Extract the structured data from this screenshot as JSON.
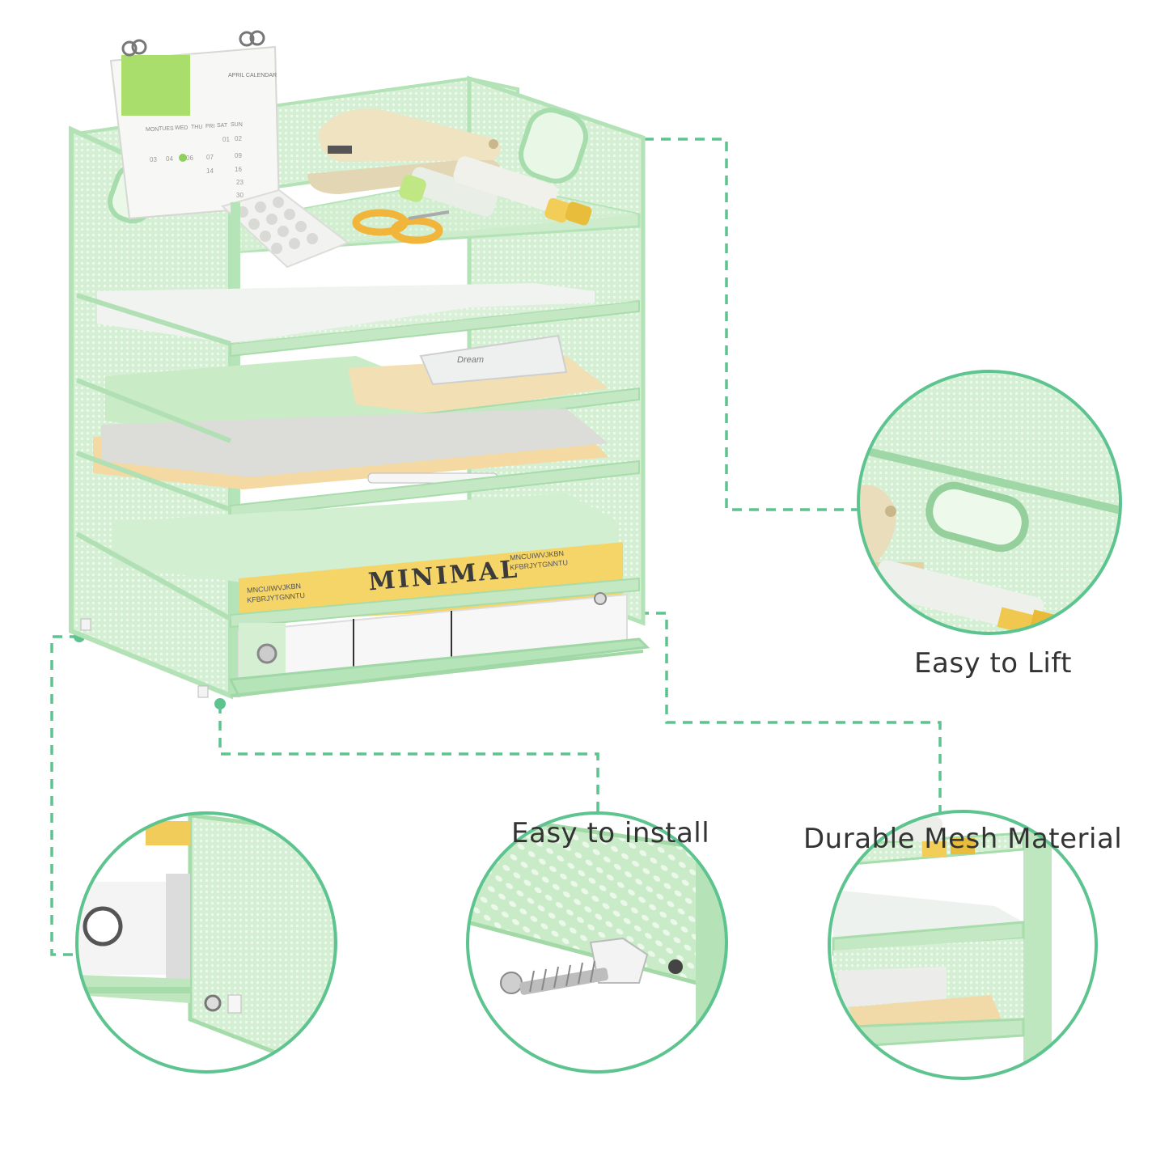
{
  "colors": {
    "accent": "#5dc48f",
    "frame": "#b9e6bd",
    "frame_dark": "#9fd7a6",
    "mesh": "#d9f2d6",
    "text": "#333333"
  },
  "features": {
    "lift": "Easy to Lift",
    "install": "Easy to install",
    "mesh": "Durable Mesh Material"
  },
  "product": {
    "book_title": "MINIMAL",
    "book_subtitle_1": "MNCUIWVJKBN",
    "book_subtitle_2": "KFBRJYTGNNTU",
    "calendar_title": "APRIL CALENDAR",
    "calendar_days": [
      "MON",
      "TUES",
      "WED",
      "THU",
      "FRI",
      "SAT",
      "SUN"
    ]
  }
}
